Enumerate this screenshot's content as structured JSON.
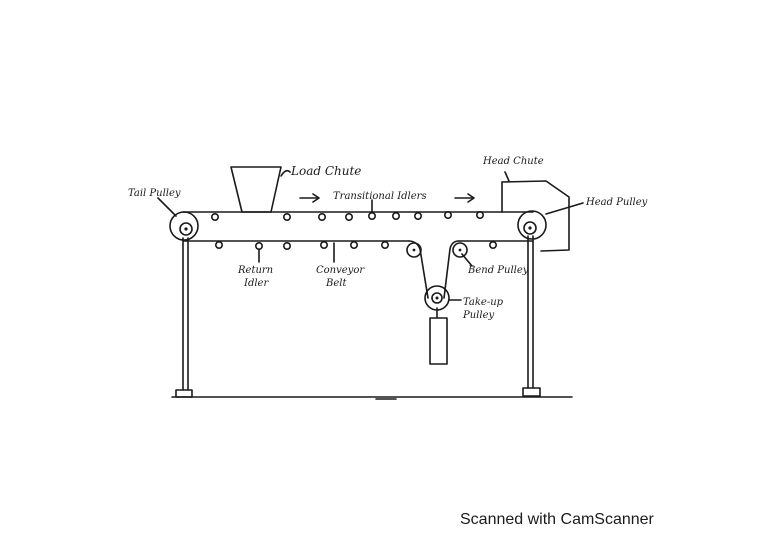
{
  "labels": {
    "load_chute": "Load Chute",
    "head_chute": "Head Chute",
    "tail_pulley": "Tail Pulley",
    "head_pulley": "Head Pulley",
    "transitional_idlers": "Transitional Idlers",
    "return_idler": [
      "Return",
      "Idler"
    ],
    "conveyor_belt": [
      "Conveyor",
      "Belt"
    ],
    "bend_pulley": "Bend Pulley",
    "take_up_pulley": [
      "Take-up",
      "Pulley"
    ]
  },
  "footer": {
    "text": "Scanned with CamScanner"
  },
  "colors": {
    "ink": "#1a1a1a",
    "paper": "#ffffff"
  }
}
